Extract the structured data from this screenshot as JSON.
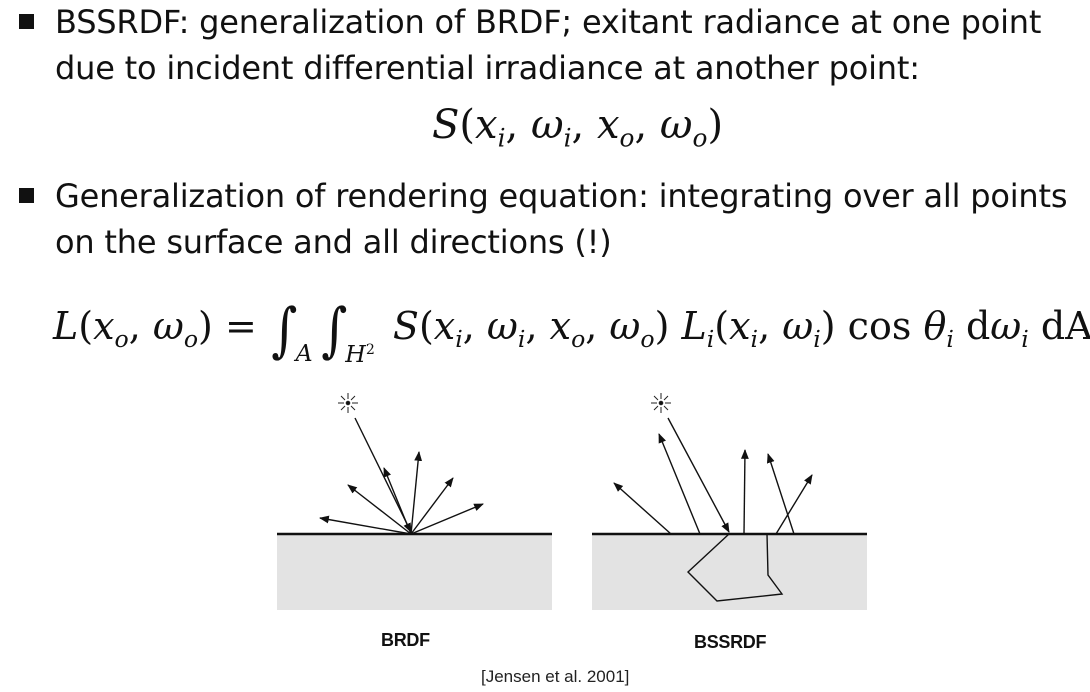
{
  "bullets": [
    {
      "line1": "BSSRDF: generalization of BRDF; exitant radiance at one point",
      "line2": "due to incident differential irradiance at another point:"
    },
    {
      "line1": "Generalization of rendering equation: integrating over all points",
      "line2": "on the surface and all directions (!)"
    }
  ],
  "equations": {
    "bssrdf": "S(x_i, ω_i, x_o, ω_o)",
    "rendering": "L(x_o, ω_o) = ∫_A ∫_{H²} S(x_i, ω_i, x_o, ω_o) L_i(x_i, ω_i) cos θ_i dω_i dA"
  },
  "figure": {
    "left_label": "BRDF",
    "right_label": "BSSRDF",
    "caption": "[Jensen et al. 2001]",
    "surface_fill": "#e3e3e3",
    "line_color": "#111111"
  }
}
